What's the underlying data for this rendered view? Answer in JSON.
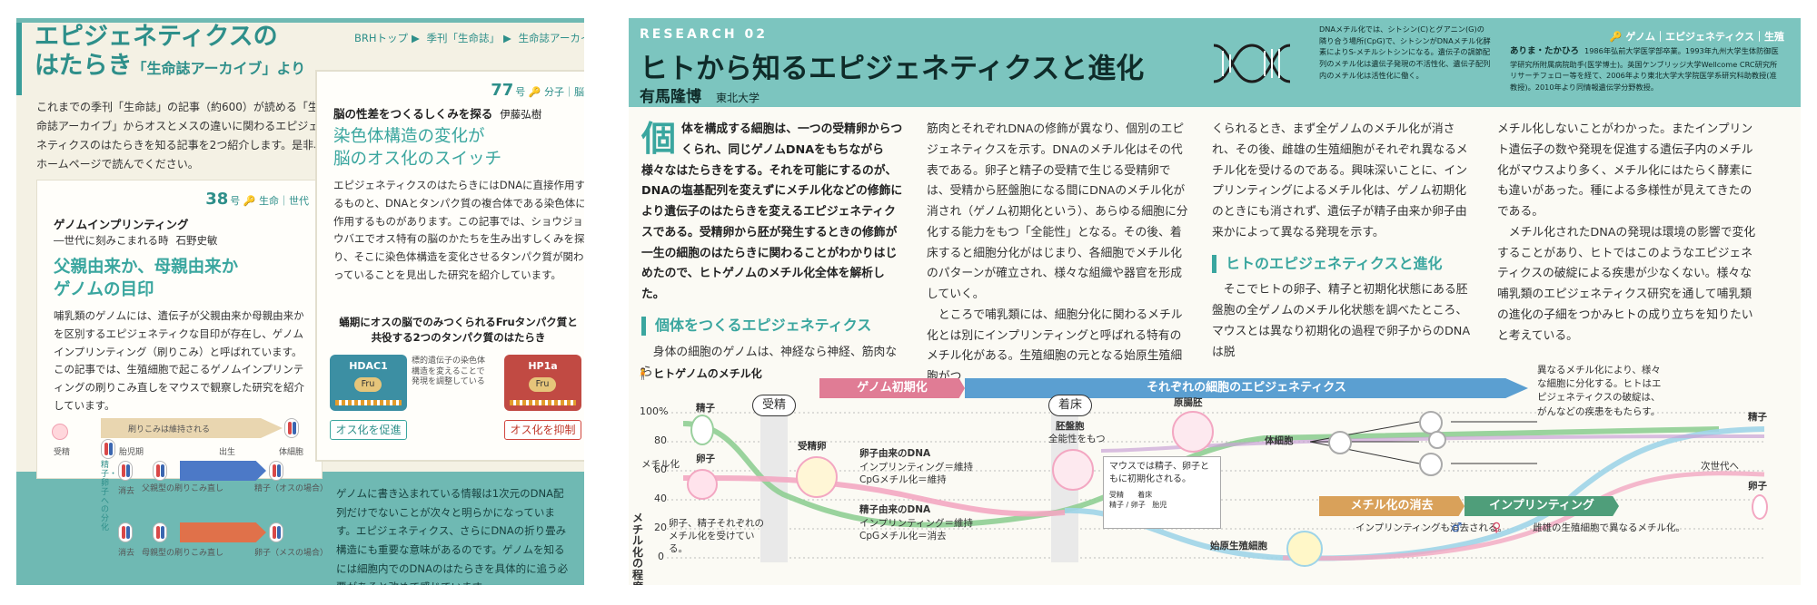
{
  "left": {
    "title_line1": "エピジェネティクスの",
    "title_line2": "はたらき",
    "title_suffix": "「生命誌アーカイブ」より",
    "breadcrumb": [
      "BRHトップ",
      "季刊「生命誌」",
      "生命誌アーカイブ"
    ],
    "intro": "これまでの季刊「生命誌」の記事（約600）が読める「生命誌アーカイブ」からオスとメスの違いに関わるエピジェネティクスのはたらきを知る記事を2つ紹介します。是非、ホームページで読んでください。",
    "card38": {
      "issue_no": "38",
      "issue_unit": "号",
      "category": "生命｜世代",
      "title": "ゲノムインプリンティング",
      "subtitle": "―世代に刻みこまれる時",
      "author": "石野史敏",
      "heading_l1": "父親由来か、母親由来か",
      "heading_l2": "ゲノムの目印",
      "body": "哺乳類のゲノムには、遺伝子が父親由来か母親由来かを区別するエピジェネティクな目印が存在し、ゲノムインプリンティング（刷りこみ）と呼ばれています。この記事では、生殖細胞で起こるゲノムインプリンティングの刷りこみ直しをマウスで観察した研究を紹介しています。",
      "diagram": {
        "maintained": "刷りこみは維持される",
        "fertilization": "受精",
        "embryo": "胎児期",
        "birth": "出生",
        "somatic": "体細胞",
        "germ_diff": "精子・卵子への分化",
        "erase": "消去",
        "paternal": "父親型の刷りこみ直し",
        "maternal": "母親型の刷りこみ直し",
        "sperm_male": "精子（オスの場合）",
        "egg_female": "卵子（メスの場合）"
      }
    },
    "card77": {
      "issue_no": "77",
      "issue_unit": "号",
      "category": "分子｜脳",
      "title": "脳の性差をつくるしくみを探る",
      "author": "伊藤弘樹",
      "heading_l1": "染色体構造の変化が",
      "heading_l2": "脳のオス化のスイッチ",
      "body": "エピジェネティクスのはたらきにはDNAに直接作用するものと、DNAとタンパク質の複合体である染色体に作用するものがあります。この記事では、ショウジョウバエでオス特有の脳のかたちを生み出すしくみを探り、そこに染色体構造を変化させるタンパク質が関わっていることを見出した研究を紹介しています。",
      "fig_caption_l1": "蛹期にオスの脳でのみつくられるFruタンパク質と",
      "fig_caption_l2": "共役する2つのタンパク質のはたらき",
      "hdac": "HDAC1",
      "hp1a": "HP1a",
      "fru": "Fru",
      "middle_note": "標的遺伝子の染色体構造を変えることで発現を調整している",
      "promote": "オス化を促進",
      "suppress": "オス化を抑制"
    },
    "bottom_note": "ゲノムに書き込まれている情報は1次元のDNA配列だけでないことが次々と明らかになっています。エピジェネティクス、さらにDNAの折り畳み構造にも重要な意味があるのです。ゲノムを知るには細胞内でのDNAのはたらきを具体的に追う必要があると改めて感じています。"
  },
  "right": {
    "research": "RESEARCH 02",
    "title": "ヒトから知るエピジェネティクスと進化",
    "author": "有馬隆博",
    "affiliation": "東北大学",
    "header_note": "DNAメチル化では、シトシン(C)とグアニン(G)の隣り合う場所(CpG)で、シトシンがDNAメチル化酵素によりS-メチルシトシンになる。遺伝子の調節配列のメチル化は遺伝子発現の不活性化、遺伝子配列内のメチル化は活性化に働く。",
    "category": "ゲノム｜エピジェネティクス｜生殖",
    "bio_name": "ありま・たかひろ",
    "bio": "1986年弘前大学医学部卒業。1993年九州大学生体防御医学研究所附属病院助手(医学博士)。英国ケンブリッジ大学Wellcome CRC研究所リサーチフェロー等を経て、2006年より東北大学大学院医学系研究科助教授(准教授)。2010年より同情報遺伝学分野教授。",
    "col1_dropcap": "個",
    "col1_lead": "体を構成する細胞は、一つの受精卵からつくられ、同じゲノムDNAをもちながら様々なはたらきをする。それを可能にするのが、DNAの塩基配列を変えずにメチル化などの修飾により遺伝子のはたらきを変えるエピジェネティクスである。受精卵から胚が発生するときの修飾が一生の細胞のはたらきに関わることがわかりはじめたので、ヒトゲノムのメチル化全体を解析した。",
    "sec1": "個体をつくるエピジェネティクス",
    "col1_p2": "身体の細胞のゲノムは、神経なら神経、筋肉なら",
    "col2_p1": "筋肉とそれぞれDNAの修飾が異なり、個別のエピジェネティクスを示す。DNAのメチル化はその代表である。卵子と精子の受精で生じる受精卵では、受精から胚盤胞になる間にDNAのメチル化が消され（ゲノム初期化という）、あらゆる細胞に分化する能力をもつ「全能性」となる。その後、着床すると細胞分化がはじまり、各細胞でメチル化のパターンが確立され、様々な組織や器官を形成していく。",
    "col2_p2": "ところで哺乳類には、細胞分化に関わるメチル化とは別にインプリンティングと呼ばれる特有のメチル化がある。生殖細胞の元となる始原生殖細胞がつ",
    "col3_p1": "くられるとき、まず全ゲノムのメチル化が消され、その後、雌雄の生殖細胞がそれぞれ異なるメチル化を受けるのである。興味深いことに、インプリンティングによるメチル化は、ゲノム初期化のときにも消されず、遺伝子が精子由来か卵子由来かによって異なる発現を示す。",
    "sec2": "ヒトのエピジェネティクスと進化",
    "col3_p2": "そこでヒトの卵子、精子と初期化状態にある胚盤胞の全ゲノムのメチル化状態を調べたところ、マウスとは異なり初期化の過程で卵子からのDNAは脱",
    "col4_p1": "メチル化しないことがわかった。またインプリント遺伝子の数や発現を促進する遺伝子内のメチル化がマウスより多く、メチル化にはたらく酵素にも違いがあった。種による多様性が見えてきたのである。",
    "col4_p2": "メチル化されたDNAの発現は環境の影響で変化することがあり、ヒトではこのようなエピジェネティクスの破綻による疾患が少なくない。様々な哺乳類のエピジェネティクス研究を通して哺乳類の進化の子細をつかみヒトの成り立ちを知りたいと考えている。",
    "figure": {
      "title": "ヒトゲノムのメチル化",
      "y_ticks": [
        "100%",
        "80",
        "60",
        "40",
        "20",
        "0"
      ],
      "y_label": "メチル化の程度",
      "band_init": "ゲノム初期化",
      "band_each": "それぞれの細胞のエピジェネティクス",
      "band_erase": "メチル化の消去",
      "band_imprint": "インプリンティング",
      "fertilization": "受精",
      "implantation": "着床",
      "sperm": "精子",
      "egg": "卵子",
      "methylation": "メチル化",
      "zygote": "受精卵",
      "blastocyst": "胚盤胞",
      "totipotent": "全能性をもつ",
      "primitive": "原腸胚",
      "somatic": "体細胞",
      "pgc": "始原生殖細胞",
      "egg_dna": "卵子由来のDNA",
      "egg_imprint": "インプリンティング＝維持",
      "egg_cpg": "CpGメチル化＝維持",
      "sperm_dna": "精子由来のDNA",
      "sperm_imprint": "インプリンティング＝維持",
      "sperm_cpg": "CpGメチル化＝消去",
      "note_both": "卵子、精子それぞれのメチル化を受けている。",
      "mouse_note": "マウスでは精子、卵子ともに初期化される。",
      "mouse_fert": "受精",
      "mouse_impl": "着床",
      "mouse_sperm": "精子",
      "mouse_egg": "卵子",
      "mouse_fetus": "胎児",
      "imprint_erased": "インプリンティングも消去される。",
      "male": "♂",
      "female": "♀",
      "diff_methyl": "雌雄の生殖細胞で異なるメチル化。",
      "next_gen": "次世代へ",
      "side_note": "異なるメチル化により、様々な細胞に分化する。ヒトはエピジェネティクスの破綻は、がんなどの疾患をもたらす。",
      "end_sperm": "精子",
      "end_egg": "卵子"
    }
  }
}
